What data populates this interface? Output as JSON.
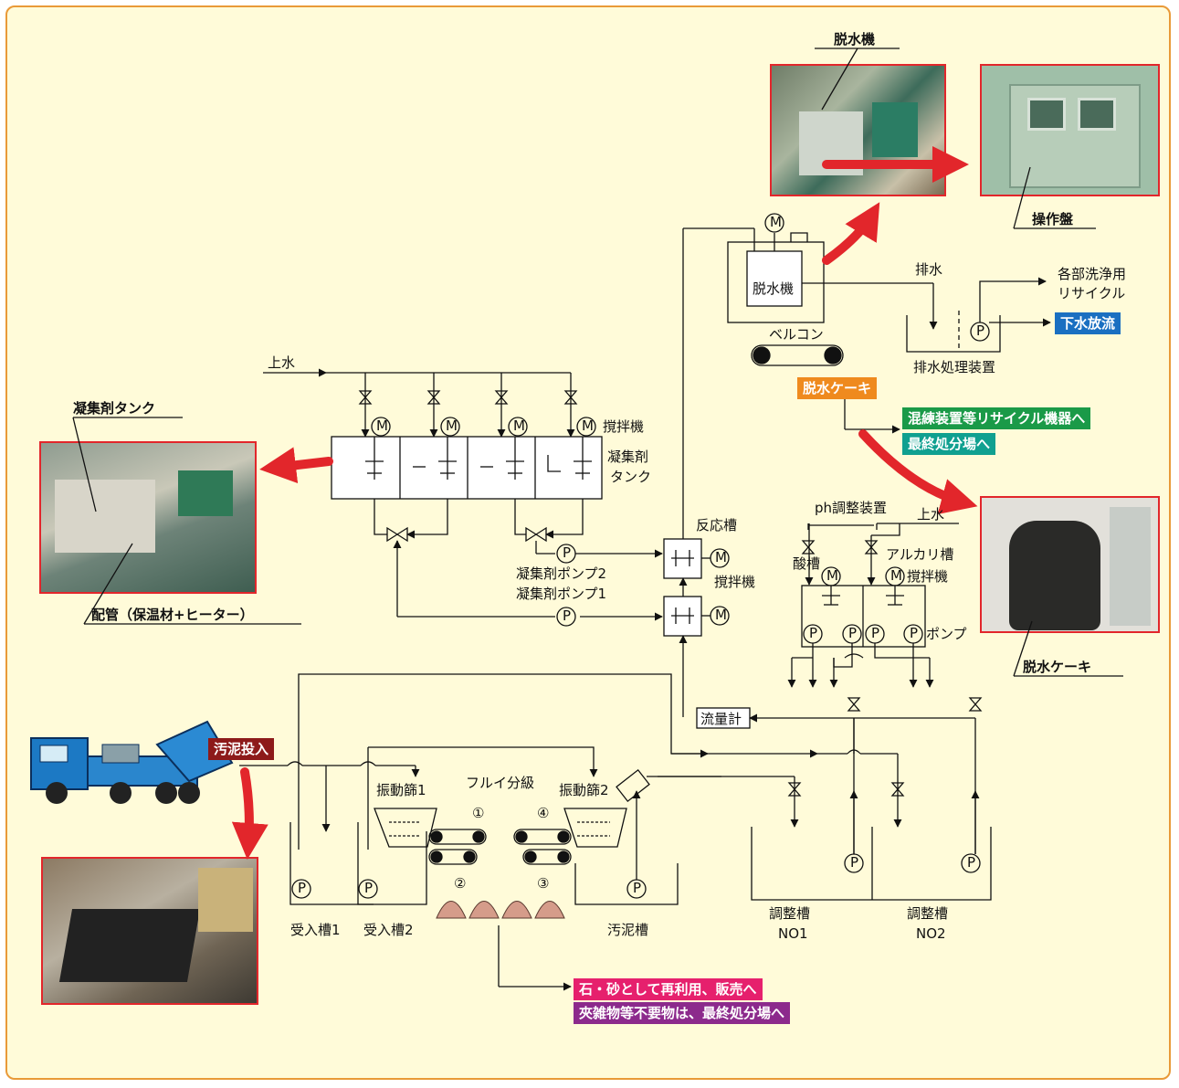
{
  "photos": {
    "dehydrator": "脱水機",
    "control_panel": "操作盤",
    "flocculant_tank": "凝集剤タンク",
    "piping": "配管（保温材+ヒーター）",
    "cake": "脱水ケーキ"
  },
  "labels": {
    "water_supply_left": "上水",
    "agitator_top": "撹拌機",
    "flocculant_tank_line1": "凝集剤",
    "flocculant_tank_line2": "タンク",
    "pump2": "凝集剤ポンプ2",
    "pump1": "凝集剤ポンプ1",
    "reaction_tank": "反応槽",
    "agitator_reaction": "撹拌機",
    "dehydrator_box": "脱水機",
    "drainage": "排水",
    "recycle_line1": "各部洗浄用",
    "recycle_line2": "リサイクル",
    "treatment_unit": "排水処理装置",
    "belt_conveyor": "ベルコン",
    "ph_unit": "ph調整装置",
    "water_supply_right": "上水",
    "acid_tank": "酸槽",
    "alkali_tank": "アルカリ槽",
    "agitator_ph": "撹拌機",
    "pump_ph": "ポンプ",
    "flowmeter": "流量計",
    "screen1": "振動篩1",
    "screen2": "振動篩2",
    "sieve_classification": "フルイ分級",
    "num1": "①",
    "num2": "②",
    "num3": "③",
    "num4": "④",
    "receiving1": "受入槽1",
    "receiving2": "受入槽2",
    "sludge_tank": "汚泥槽",
    "adjust_tank1_a": "調整槽",
    "adjust_tank1_b": "NO1",
    "adjust_tank2_a": "調整槽",
    "adjust_tank2_b": "NO2",
    "symbol_motor": "M",
    "symbol_pump": "P"
  },
  "tags": {
    "sewer_discharge": "下水放流",
    "dehydrated_cake": "脱水ケーキ",
    "recycle_equipment": "混練装置等リサイクル機器へ",
    "final_disposal": "最終処分場へ",
    "sludge_input": "汚泥投入",
    "stone_sand": "石・砂として再利用、販売へ",
    "debris": "夾雑物等不要物は、最終処分場へ"
  },
  "colors": {
    "background": "#fffbd9",
    "border": "#e99a38",
    "arrow_red": "#e2262b",
    "tag_blue": "#1a6fc1",
    "tag_orange": "#ef8a1e",
    "tag_green": "#1a9a48",
    "tag_teal": "#10a090",
    "tag_darkred": "#8d1a1a",
    "tag_pink": "#e6206d",
    "tag_purple": "#8c2a8c"
  }
}
